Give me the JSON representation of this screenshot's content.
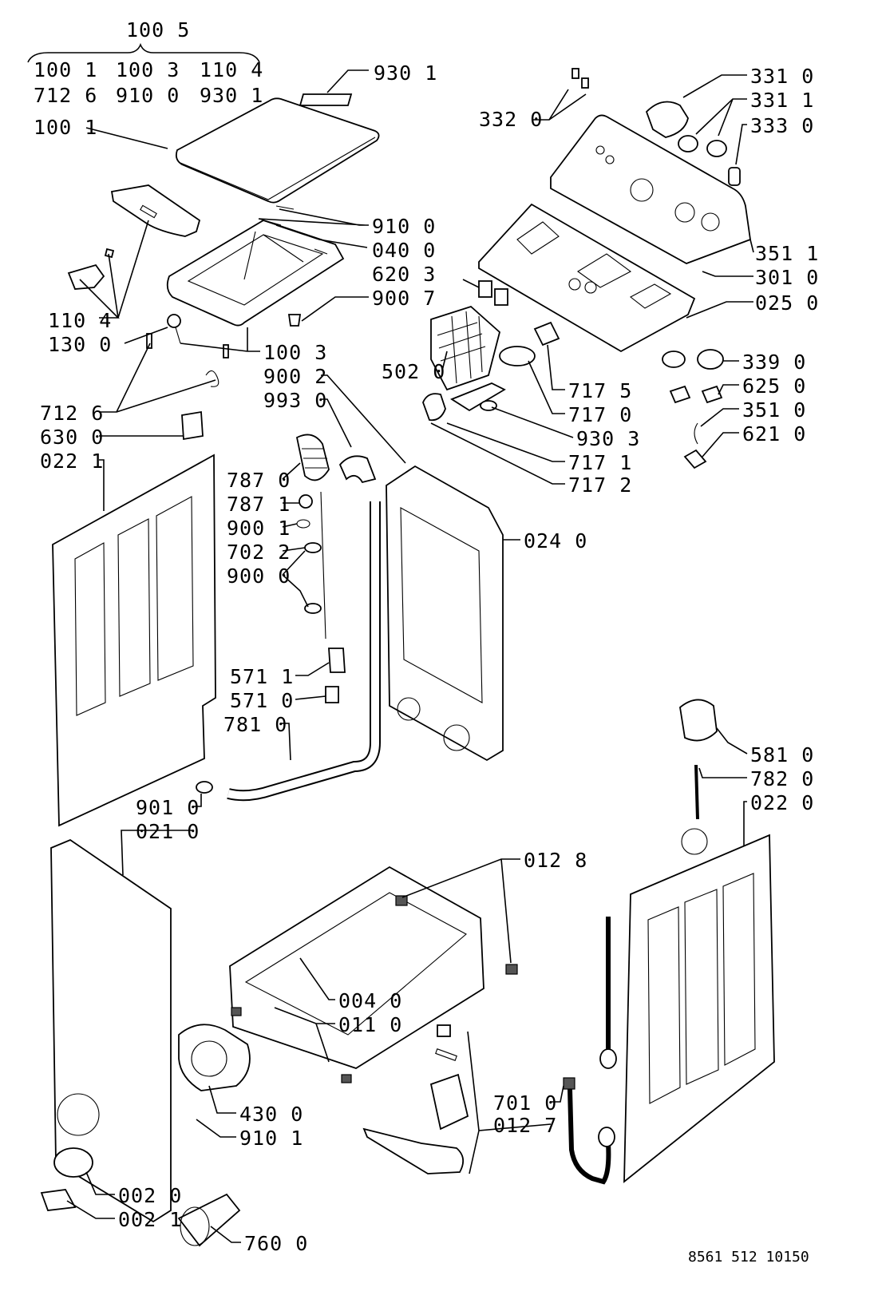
{
  "header": {
    "kit_top": "100 5",
    "kit_row1": [
      "100 1",
      "100 3",
      "110 4"
    ],
    "kit_row2": [
      "712 6",
      "910 0",
      "930 1"
    ]
  },
  "callouts": [
    {
      "id": "c-930-1-top",
      "text": "930 1"
    },
    {
      "id": "c-100-1",
      "text": "100 1"
    },
    {
      "id": "c-910-0",
      "text": "910 0"
    },
    {
      "id": "c-040-0",
      "text": "040 0"
    },
    {
      "id": "c-620-3",
      "text": "620 3"
    },
    {
      "id": "c-900-7",
      "text": "900 7"
    },
    {
      "id": "c-110-4",
      "text": "110 4"
    },
    {
      "id": "c-130-0",
      "text": "130 0"
    },
    {
      "id": "c-100-3",
      "text": "100 3"
    },
    {
      "id": "c-900-2",
      "text": "900 2"
    },
    {
      "id": "c-993-0",
      "text": "993 0"
    },
    {
      "id": "c-712-6",
      "text": "712 6"
    },
    {
      "id": "c-630-0",
      "text": "630 0"
    },
    {
      "id": "c-022-1",
      "text": "022 1"
    },
    {
      "id": "c-332-0",
      "text": "332 0"
    },
    {
      "id": "c-331-0",
      "text": "331 0"
    },
    {
      "id": "c-331-1",
      "text": "331 1"
    },
    {
      "id": "c-333-0",
      "text": "333 0"
    },
    {
      "id": "c-351-1",
      "text": "351 1"
    },
    {
      "id": "c-301-0",
      "text": "301 0"
    },
    {
      "id": "c-025-0",
      "text": "025 0"
    },
    {
      "id": "c-502-0",
      "text": "502 0"
    },
    {
      "id": "c-717-5",
      "text": "717 5"
    },
    {
      "id": "c-717-0",
      "text": "717 0"
    },
    {
      "id": "c-930-3",
      "text": "930 3"
    },
    {
      "id": "c-717-1",
      "text": "717 1"
    },
    {
      "id": "c-717-2",
      "text": "717 2"
    },
    {
      "id": "c-339-0",
      "text": "339 0"
    },
    {
      "id": "c-625-0",
      "text": "625 0"
    },
    {
      "id": "c-351-0",
      "text": "351 0"
    },
    {
      "id": "c-621-0",
      "text": "621 0"
    },
    {
      "id": "c-787-0",
      "text": "787 0"
    },
    {
      "id": "c-787-1",
      "text": "787 1"
    },
    {
      "id": "c-900-1",
      "text": "900 1"
    },
    {
      "id": "c-702-2",
      "text": "702 2"
    },
    {
      "id": "c-900-0",
      "text": "900 0"
    },
    {
      "id": "c-024-0",
      "text": "024 0"
    },
    {
      "id": "c-571-1",
      "text": "571 1"
    },
    {
      "id": "c-571-0",
      "text": "571 0"
    },
    {
      "id": "c-781-0",
      "text": "781 0"
    },
    {
      "id": "c-901-0",
      "text": "901 0"
    },
    {
      "id": "c-021-0",
      "text": "021 0"
    },
    {
      "id": "c-581-0",
      "text": "581 0"
    },
    {
      "id": "c-782-0",
      "text": "782 0"
    },
    {
      "id": "c-022-0",
      "text": "022 0"
    },
    {
      "id": "c-012-8",
      "text": "012 8"
    },
    {
      "id": "c-004-0",
      "text": "004 0"
    },
    {
      "id": "c-011-0",
      "text": "011 0"
    },
    {
      "id": "c-430-0",
      "text": "430 0"
    },
    {
      "id": "c-910-1",
      "text": "910 1"
    },
    {
      "id": "c-701-0",
      "text": "701 0"
    },
    {
      "id": "c-012-7",
      "text": "012 7"
    },
    {
      "id": "c-002-0",
      "text": "002 0"
    },
    {
      "id": "c-002-1",
      "text": "002 1"
    },
    {
      "id": "c-760-0",
      "text": "760 0"
    }
  ],
  "footer": {
    "drawing_number": "8561 512 10150"
  }
}
